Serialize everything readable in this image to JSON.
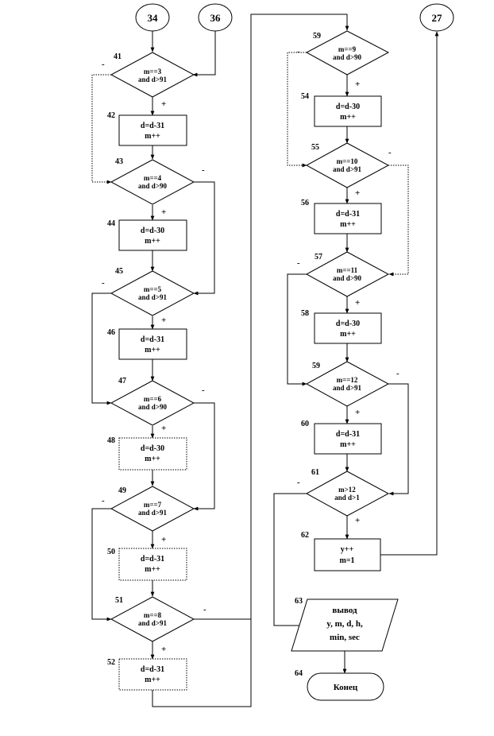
{
  "connectors": {
    "c34": "34",
    "c36": "36",
    "c27": "27"
  },
  "decisions": {
    "d41": {
      "num": "41",
      "l1": "m==3",
      "l2": "and d>91"
    },
    "d43": {
      "num": "43",
      "l1": "m==4",
      "l2": "and d>90"
    },
    "d45": {
      "num": "45",
      "l1": "m==5",
      "l2": "and d>91"
    },
    "d47": {
      "num": "47",
      "l1": "m==6",
      "l2": "and d>90"
    },
    "d49": {
      "num": "49",
      "l1": "m==7",
      "l2": "and d>91"
    },
    "d51": {
      "num": "51",
      "l1": "m==8",
      "l2": "and d>91"
    },
    "d53": {
      "num": "59",
      "l1": "m==9",
      "l2": "and d>90"
    },
    "d55": {
      "num": "55",
      "l1": "m==10",
      "l2": "and d>91"
    },
    "d57": {
      "num": "57",
      "l1": "m==11",
      "l2": "and d>90"
    },
    "d59": {
      "num": "59",
      "l1": "m==12",
      "l2": "and d>91"
    },
    "d61": {
      "num": "61",
      "l1": "m>12",
      "l2": "and d>1"
    }
  },
  "processes": {
    "p42": {
      "num": "42",
      "l1": "d=d-31",
      "l2": "m++"
    },
    "p44": {
      "num": "44",
      "l1": "d=d-30",
      "l2": "m++"
    },
    "p46": {
      "num": "46",
      "l1": "d=d-31",
      "l2": "m++"
    },
    "p48": {
      "num": "48",
      "l1": "d=d-30",
      "l2": "m++"
    },
    "p50": {
      "num": "50",
      "l1": "d=d-31",
      "l2": "m++"
    },
    "p52": {
      "num": "52",
      "l1": "d=d-31",
      "l2": "m++"
    },
    "p54": {
      "num": "54",
      "l1": "d=d-30",
      "l2": "m++"
    },
    "p56": {
      "num": "56",
      "l1": "d=d-31",
      "l2": "m++"
    },
    "p58": {
      "num": "58",
      "l1": "d=d-30",
      "l2": "m++"
    },
    "p60": {
      "num": "60",
      "l1": "d=d-31",
      "l2": "m++"
    },
    "p62": {
      "num": "62",
      "l1": "y++",
      "l2": "m=1"
    }
  },
  "io": {
    "num": "63",
    "l1": "вывод",
    "l2": "y, m, d, h,",
    "l3": "min, sec"
  },
  "terminal": {
    "num": "64",
    "label": "Конец"
  },
  "signs": {
    "plus": "+",
    "minus": "-"
  }
}
